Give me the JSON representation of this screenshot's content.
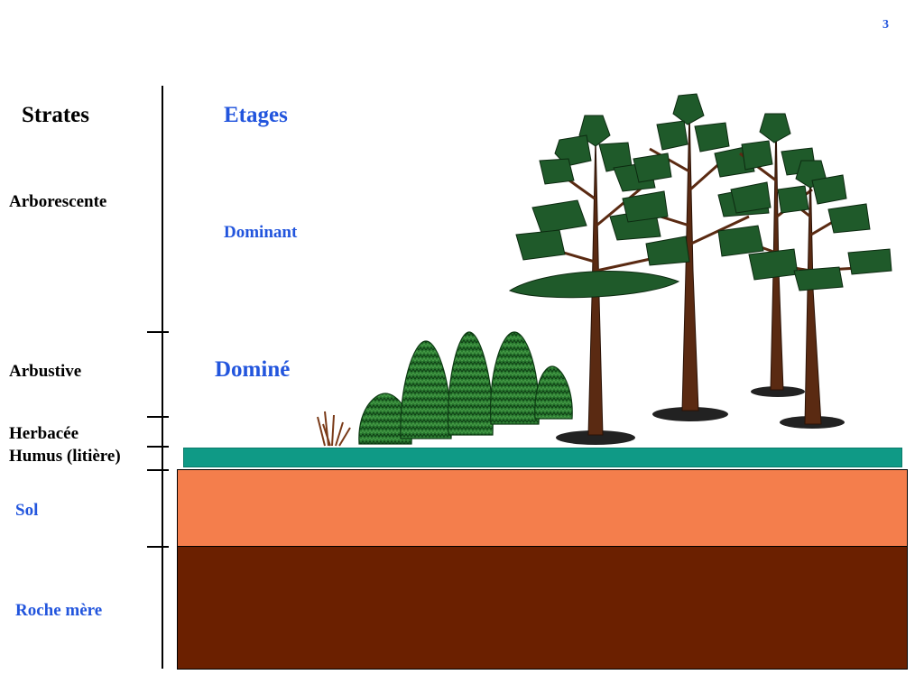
{
  "page_number": "3",
  "headers": {
    "strates": "Strates",
    "etages": "Etages"
  },
  "strates": {
    "arborescente": "Arborescente",
    "arbustive": "Arbustive",
    "herbacee": "Herbacée",
    "humus": "Humus (litière)",
    "sol": "Sol",
    "roche_mere": "Roche mère"
  },
  "etages": {
    "dominant": "Dominant",
    "domine": "Dominé"
  },
  "colors": {
    "label_blue": "#2255dd",
    "humus": "#0f9a86",
    "sol": "#f47e4c",
    "roche_mere": "#6b2000",
    "foliage": "#1f5a2a",
    "trunk": "#5a2a12"
  }
}
